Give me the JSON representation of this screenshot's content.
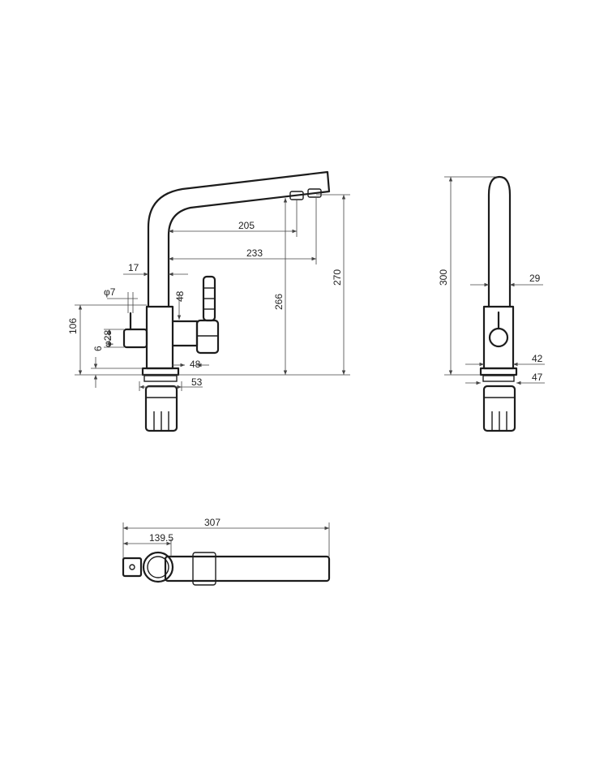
{
  "colors": {
    "line": "#1c1c1c",
    "dimension": "#444444",
    "background": "#ffffff"
  },
  "dimensions": {
    "d205": "205",
    "d233": "233",
    "d17": "17",
    "dia7": "φ7",
    "dia28": "φ28",
    "d106": "106",
    "d6": "6",
    "d48_top": "48",
    "d48_bottom": "48",
    "d53": "53",
    "d266": "266",
    "d270": "270",
    "d300": "300",
    "d29": "29",
    "d42": "42",
    "d47": "47",
    "d307": "307",
    "d139_5": "139.5"
  }
}
